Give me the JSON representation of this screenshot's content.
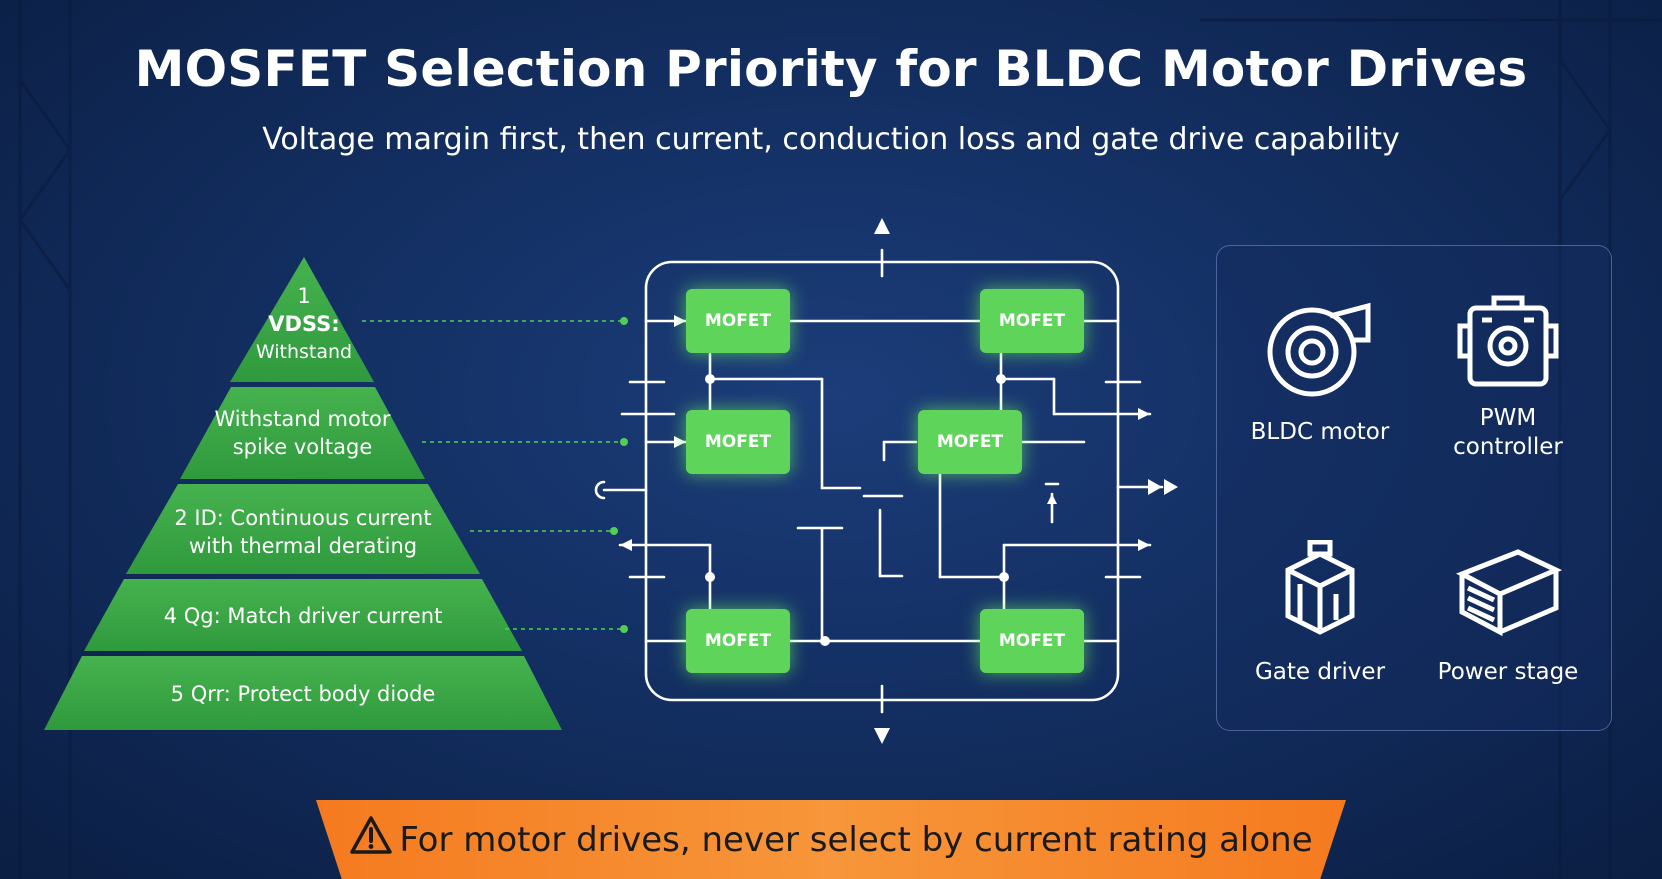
{
  "title": "MOSFET Selection Priority for BLDC Motor Drives",
  "subtitle": "Voltage margin first, then current, conduction loss and gate drive capability",
  "pyramid": {
    "levels": [
      {
        "lines": [
          "1",
          "VDSS:",
          "Withstand"
        ]
      },
      {
        "lines": [
          "Withstand motor",
          "spike voltage"
        ]
      },
      {
        "lines": [
          "2 ID: Continuous current",
          "with thermal derating"
        ]
      },
      {
        "lines": [
          "4 Qg: Match driver current"
        ]
      },
      {
        "lines": [
          "5 Qrr: Protect body diode"
        ]
      }
    ]
  },
  "circuit": {
    "switch_label": "MOFET"
  },
  "components": [
    {
      "label": "BLDC motor",
      "icon": "motor-icon"
    },
    {
      "label": "PWM controller",
      "icon": "pwm-controller-icon"
    },
    {
      "label": "Gate driver",
      "icon": "gate-driver-icon"
    },
    {
      "label": "Power stage",
      "icon": "power-stage-icon"
    }
  ],
  "banner": {
    "text": "For motor drives, never select by current rating alone",
    "icon": "warning-icon"
  },
  "colors": {
    "background": "#132f62",
    "pyramid_green": "#3aa845",
    "switch_green": "#5fd45a",
    "banner_orange": "#f57a1f"
  }
}
